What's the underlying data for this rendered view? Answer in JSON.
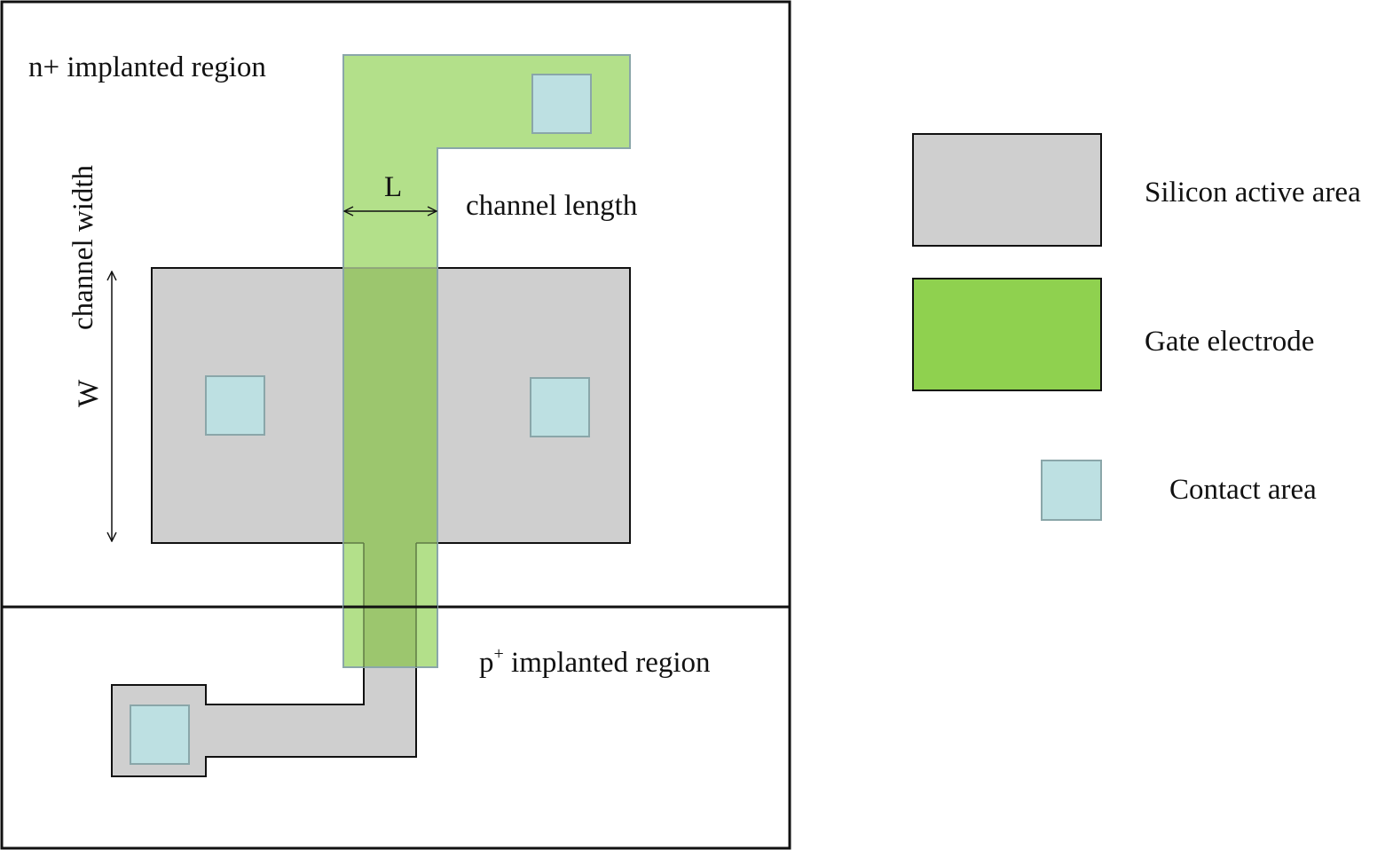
{
  "colors": {
    "background": "#ffffff",
    "outline": "#111111",
    "silicon_active": "#cfcfcf",
    "gate_electrode": "#8fd14f",
    "gate_overlay": "#b3e08a",
    "gate_over_silicon": "#9cc66e",
    "contact": "#bde0e2",
    "contact_border": "#8aa6a9"
  },
  "labels": {
    "n_region": "n+ implanted region",
    "p_region_base": "p",
    "p_region_sup": "+",
    "p_region_rest": " implanted region",
    "channel_length": "channel length",
    "length_symbol": "L",
    "channel_width": "channel width",
    "width_symbol": "W"
  },
  "legend": {
    "items": [
      {
        "label": "Silicon active area",
        "swatch": "silicon-active"
      },
      {
        "label": "Gate electrode",
        "swatch": "gate-electrode"
      },
      {
        "label": "Contact area",
        "swatch": "contact"
      }
    ]
  }
}
